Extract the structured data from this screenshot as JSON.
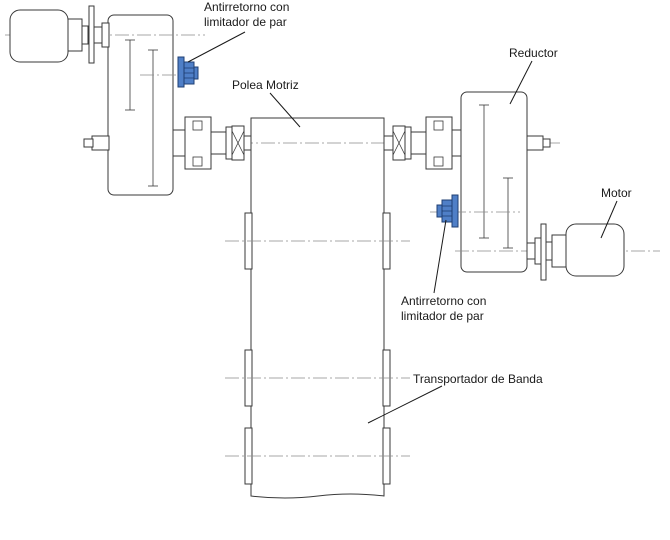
{
  "labels": {
    "antireturn_top_line1": "Antirretorno con",
    "antireturn_top_line2": "limitador de par",
    "pulley": "Polea Motriz",
    "reducer": "Reductor",
    "motor": "Motor",
    "antireturn_bottom_line1": "Antirretorno con",
    "antireturn_bottom_line2": "limitador de par",
    "conveyor": "Transportador de Banda"
  },
  "colors": {
    "antireturn_fill": "#4f7fc7",
    "antireturn_stroke": "#1f3f73"
  }
}
